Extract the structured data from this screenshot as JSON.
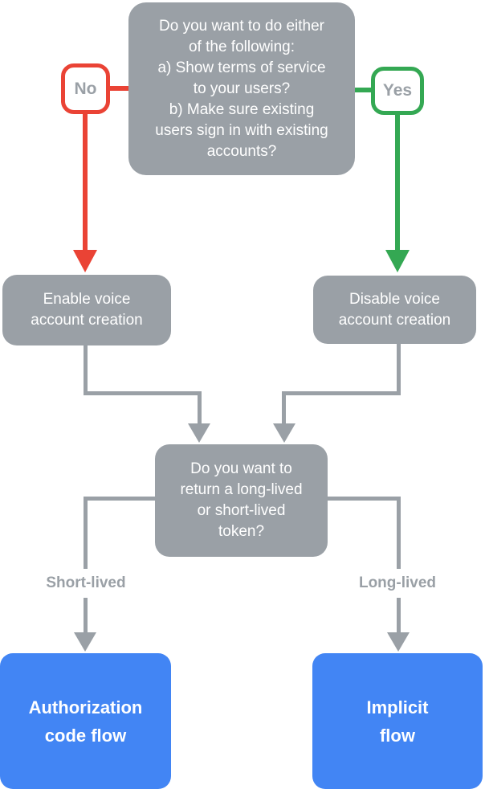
{
  "palette": {
    "node-gray": "#9AA0A6",
    "edge-gray": "#9AA0A6",
    "no-red": "#EA4335",
    "yes-green": "#34A853",
    "result-blue": "#4285F4",
    "label-gray": "#9AA0A6",
    "text-white": "#FFFFFF"
  },
  "nodes": {
    "question_top": {
      "text": "Do you want to do either\nof the following:\na) Show terms of service\nto your users?\nb) Make sure existing\nusers sign in with existing\naccounts?"
    },
    "enable_voice": {
      "text": "Enable voice\naccount creation"
    },
    "disable_voice": {
      "text": "Disable voice\naccount creation"
    },
    "question_token": {
      "text": "Do you want to\nreturn a long-lived\nor short-lived\ntoken?"
    },
    "authorization_code_flow": {
      "text": "Authorization\ncode flow"
    },
    "implicit_flow": {
      "text": "Implicit\nflow"
    }
  },
  "edge_labels": {
    "no": "No",
    "yes": "Yes",
    "short_lived": "Short-lived",
    "long_lived": "Long-lived"
  }
}
